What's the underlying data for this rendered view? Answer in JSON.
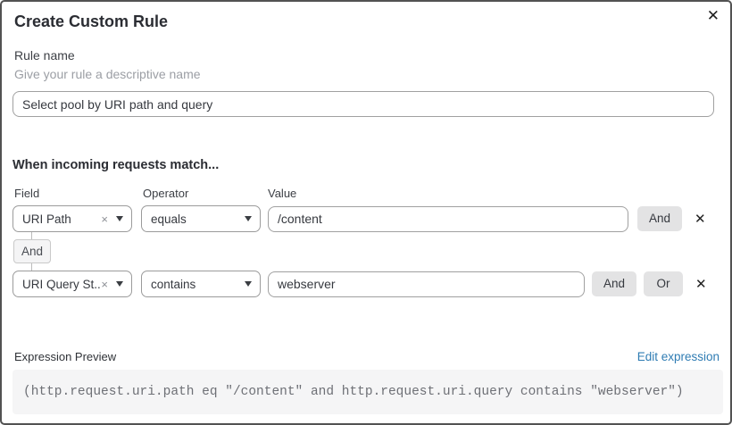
{
  "modal": {
    "title": "Create Custom Rule"
  },
  "icons": {
    "close": "✕",
    "remove_row": "✕",
    "clear_selection": "×",
    "chevron_down": "caret-down-triangle"
  },
  "rule_name": {
    "label": "Rule name",
    "hint": "Give your rule a descriptive name",
    "value": "Select pool by URI path and query"
  },
  "match": {
    "heading": "When incoming requests match...",
    "columns": {
      "field": "Field",
      "operator": "Operator",
      "value": "Value"
    },
    "connector": "And",
    "rows": [
      {
        "field": "URI Path",
        "operator": "equals",
        "value": "/content",
        "and_label": "And"
      },
      {
        "field": "URI Query St...",
        "operator": "contains",
        "value": "webserver",
        "and_label": "And",
        "or_label": "Or"
      }
    ]
  },
  "expression": {
    "label": "Expression Preview",
    "edit_link": "Edit expression",
    "code": "(http.request.uri.path eq \"/content\" and http.request.uri.query contains \"webserver\")"
  },
  "colors": {
    "link_blue": "#2f7cb3",
    "conjunction_button_bg": "#e3e3e4",
    "code_background": "#f5f5f6",
    "control_border": "#9b9b9b",
    "modal_border": "#525252"
  }
}
